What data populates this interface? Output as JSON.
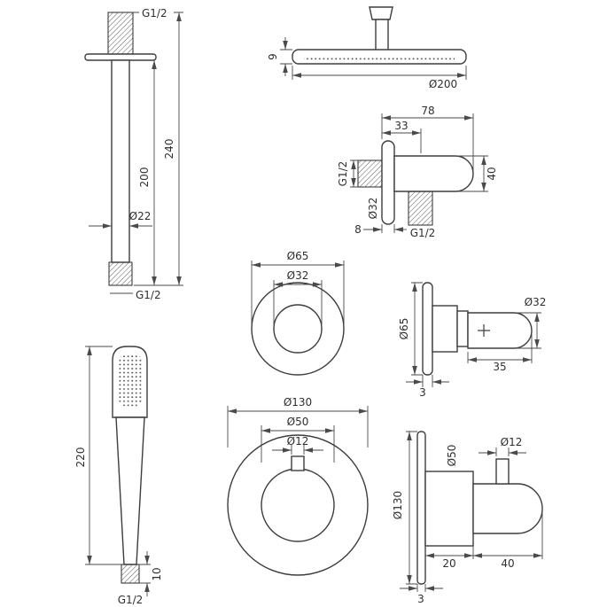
{
  "drawing": {
    "background": "#ffffff",
    "line_color": "#3d3d3d",
    "dim_color": "#4a4a4a",
    "text_color": "#2f2f2f"
  },
  "components": {
    "ceiling_arm": {
      "name": "ceiling-shower-arm",
      "labels": {
        "thread_top": "G1/2",
        "total_length": "240",
        "tube_length": "200",
        "tube_diameter": "Ø22",
        "thread_bottom": "G1/2"
      }
    },
    "head_shower": {
      "name": "overhead-rain-shower",
      "labels": {
        "thickness": "9",
        "diameter": "Ø200"
      }
    },
    "wall_outlet": {
      "name": "wall-outlet-elbow",
      "labels": {
        "depth_total": "78",
        "depth_offset": "33",
        "inlet_thread": "G1/2",
        "outlet_diameter": "Ø32",
        "body_diameter": "40",
        "plate_thickness": "8",
        "outlet_thread": "G1/2"
      }
    },
    "small_valve_front": {
      "name": "shutoff-valve-front",
      "labels": {
        "plate_diameter": "Ø65",
        "knob_diameter": "Ø32"
      }
    },
    "small_valve_side": {
      "name": "shutoff-valve-side",
      "labels": {
        "knob_diameter": "Ø32",
        "plate_diameter": "Ø65",
        "depth": "35",
        "plate_thickness": "3"
      }
    },
    "hand_shower": {
      "name": "hand-shower",
      "labels": {
        "length": "220",
        "thread_length": "10",
        "thread": "G1/2"
      }
    },
    "large_valve_front": {
      "name": "thermostat-valve-front",
      "labels": {
        "plate_diameter": "Ø130",
        "body_diameter": "Ø50",
        "knob_diameter": "Ø12"
      }
    },
    "large_valve_side": {
      "name": "thermostat-valve-side",
      "labels": {
        "knob_diameter": "Ø12",
        "body_diameter": "Ø50",
        "plate_diameter": "Ø130",
        "body_depth": "20",
        "handle_depth": "40",
        "plate_thickness": "3"
      }
    }
  }
}
